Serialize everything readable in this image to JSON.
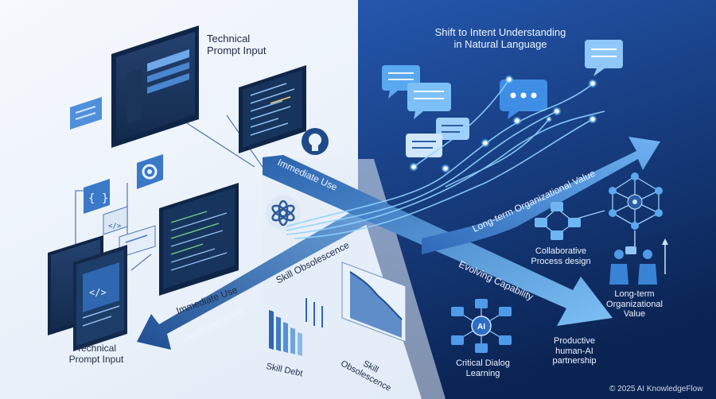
{
  "colors": {
    "left_bg": "#eef4fb",
    "right_bg_top": "#1e4fa3",
    "right_bg_bottom": "#0b2658",
    "arrow_light": "#7fb6f0",
    "arrow_dark": "#2a5ea6",
    "panel_dark": "#1d3a66",
    "glow": "#8fd3ff"
  },
  "labels": {
    "technical_prompt_top": "Technical\nPrompt Input",
    "technical_prompt_bottom": "Technical\nPrompt Input",
    "shift_title": "Shift to Intent Understanding\nin Natural Language",
    "immediate_use_arrow": "Immediate Use",
    "immediate_use_left": "Immediate Use",
    "skill_obsolescence_arrow": "Skill Obsolescence",
    "declining_value": "Declining Value",
    "skill_debt": "Skill Debt",
    "skill_obsolescence_bottom": "Skill\nObsolescence",
    "long_term_arrow": "Long-term Organizational Value",
    "evolving_capability": "Evolving Capability",
    "collaborative": "Collaborative\nProcess design",
    "long_term_value": "Long-term\nOrganizational\nValue",
    "productive": "Productive\nhuman-AI\npartnership",
    "critical_dialog": "Critical Dialog\nLearning",
    "copyright": "© 2025 AI KnowledgeFlow"
  },
  "icons": {
    "ai_hub_label": "AI"
  }
}
